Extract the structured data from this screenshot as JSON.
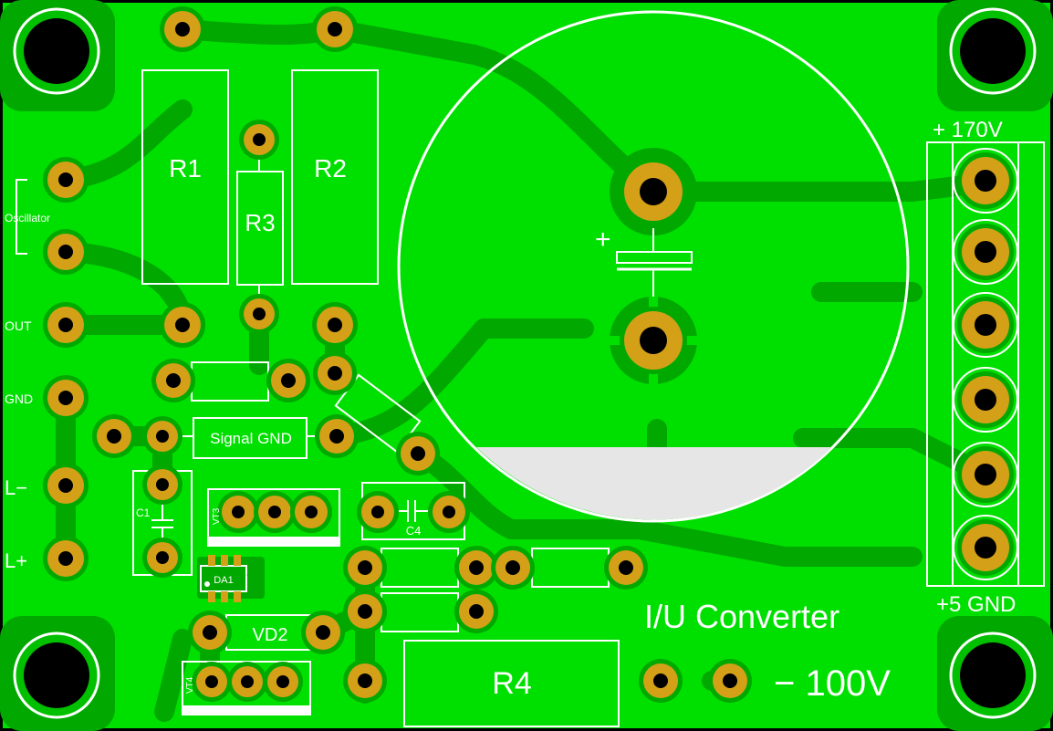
{
  "board": {
    "colors": {
      "board": "#00e000",
      "trace": "#00a800",
      "pad": "#d4a017",
      "hole": "#000000",
      "silkscreen": "#ffffff",
      "edge": "#000000"
    },
    "title": "I/U Converter",
    "components": {
      "r1": "R1",
      "r2": "R2",
      "r3": "R3",
      "r4": "R4",
      "signal_gnd": "Signal GND",
      "c1": "C1",
      "c4": "C4",
      "vt3": "VT3",
      "vt4": "VT4",
      "da1": "DA1",
      "vd2": "VD2",
      "cap_plus": "+"
    },
    "left_labels": {
      "oscillator": "Oscillator",
      "out": "OUT",
      "gnd": "GND",
      "l_minus": "L−",
      "l_plus": "L+"
    },
    "right_labels": {
      "plus_170v": "+ 170V",
      "plus5_gnd": "+5 GND",
      "minus_100v": "− 100V"
    }
  }
}
